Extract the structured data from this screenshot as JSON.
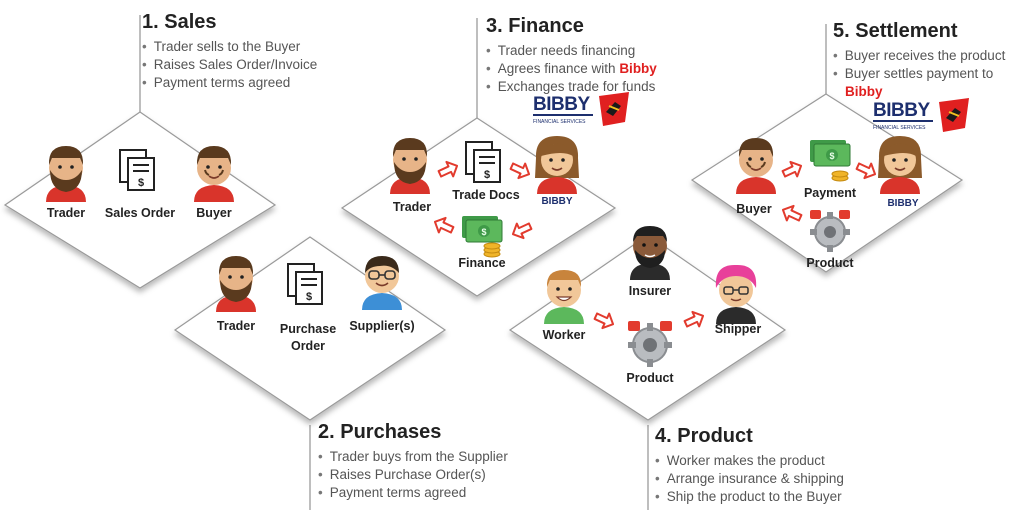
{
  "steps": [
    {
      "title": "1. Sales",
      "bullets": [
        "Trader sells to the Buyer",
        "Raises Sales Order/Invoice",
        "Payment terms agreed"
      ]
    },
    {
      "title": "2. Purchases",
      "bullets": [
        "Trader buys from the Supplier",
        "Raises Purchase Order(s)",
        "Payment terms agreed"
      ]
    },
    {
      "title": "3. Finance",
      "bullets": [
        "Trader needs financing",
        "Exchanges trade for funds"
      ],
      "finance_prefix": "Agrees finance with ",
      "finance_brand": "Bibby"
    },
    {
      "title": "4. Product",
      "bullets": [
        "Worker makes the product",
        "Arrange insurance & shipping",
        "Ship the product to the Buyer"
      ]
    },
    {
      "title": "5. Settlement",
      "bullets": [
        "Buyer receives the product",
        "Buyer settles payment to"
      ],
      "brand": "Bibby"
    }
  ],
  "diagram": {
    "labels": {
      "sales_trader": "Trader",
      "sales_order": "Sales Order",
      "sales_buyer": "Buyer",
      "purchase_trader": "Trader",
      "purchase_order_1": "Purchase",
      "purchase_order_2": "Order",
      "supplier": "Supplier(s)",
      "finance_trader": "Trader",
      "trade_docs": "Trade Docs",
      "finance_bibby": "BIBBY",
      "finance_funds": "Finance",
      "worker": "Worker",
      "insurer": "Insurer",
      "shipper": "Shipper",
      "product_center": "Product",
      "settle_buyer": "Buyer",
      "payment": "Payment",
      "settle_bibby": "BIBBY",
      "settle_product": "Product"
    },
    "logo": {
      "word": "BIBBY",
      "tagline": "FINANCIAL SERVICES"
    },
    "colors": {
      "arrow": "#e23b2e",
      "brand_red": "#e02020",
      "cash": "#4caf50",
      "coin": "#f0b429"
    }
  }
}
